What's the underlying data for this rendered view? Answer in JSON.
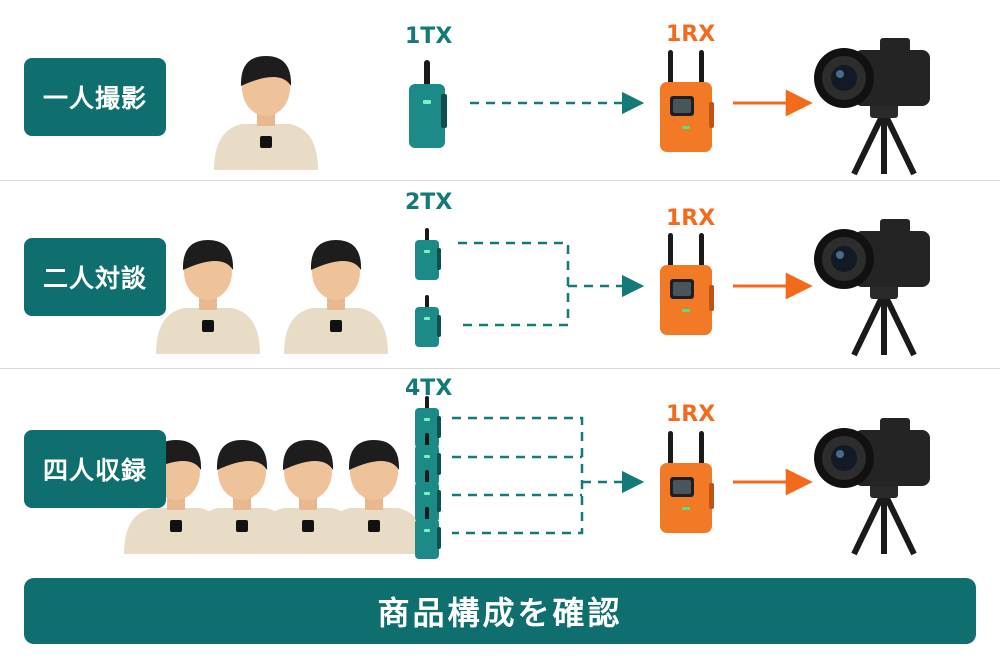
{
  "rows": [
    {
      "label": "一人撮影",
      "tx_label": "1TX",
      "rx_label": "1RX"
    },
    {
      "label": "二人対談",
      "tx_label": "2TX",
      "rx_label": "1RX"
    },
    {
      "label": "四人収録",
      "tx_label": "4TX",
      "rx_label": "1RX"
    }
  ],
  "cta_label": "商品構成を確認",
  "colors": {
    "teal": "#0f6e6e",
    "transmitter": "#137a78",
    "receiver": "#f26b1d"
  },
  "icons": [
    "person-illustration",
    "transmitter-icon",
    "receiver-icon",
    "camera-icon",
    "dashed-arrow-icon",
    "arrow-icon"
  ]
}
